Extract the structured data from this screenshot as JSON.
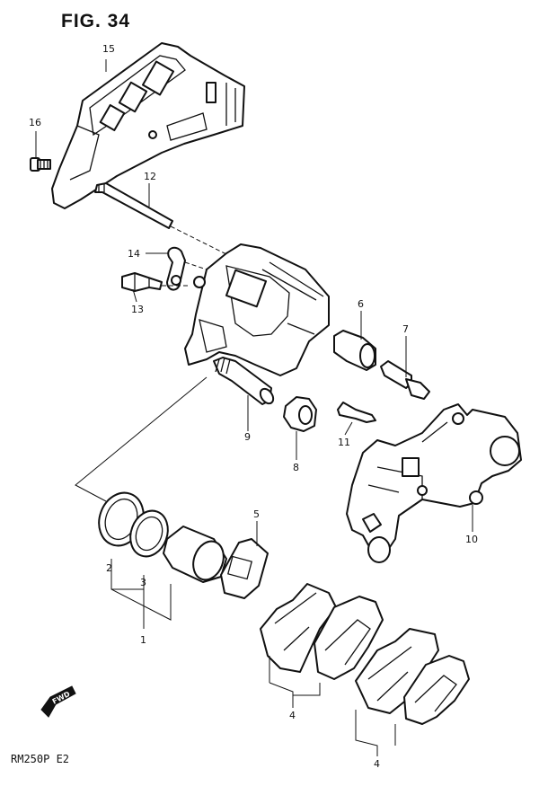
{
  "figure_title": "FIG. 34",
  "model_code": "RM250P  E2",
  "fwd_label": "FWD",
  "callouts": {
    "c1": "1",
    "c2": "2",
    "c3": "3",
    "c4a": "4",
    "c4b": "4",
    "c5": "5",
    "c6": "6",
    "c7": "7",
    "c8": "8",
    "c9": "9",
    "c10": "10",
    "c11": "11",
    "c12": "12",
    "c13": "13",
    "c14": "14",
    "c15": "15",
    "c16": "16"
  }
}
